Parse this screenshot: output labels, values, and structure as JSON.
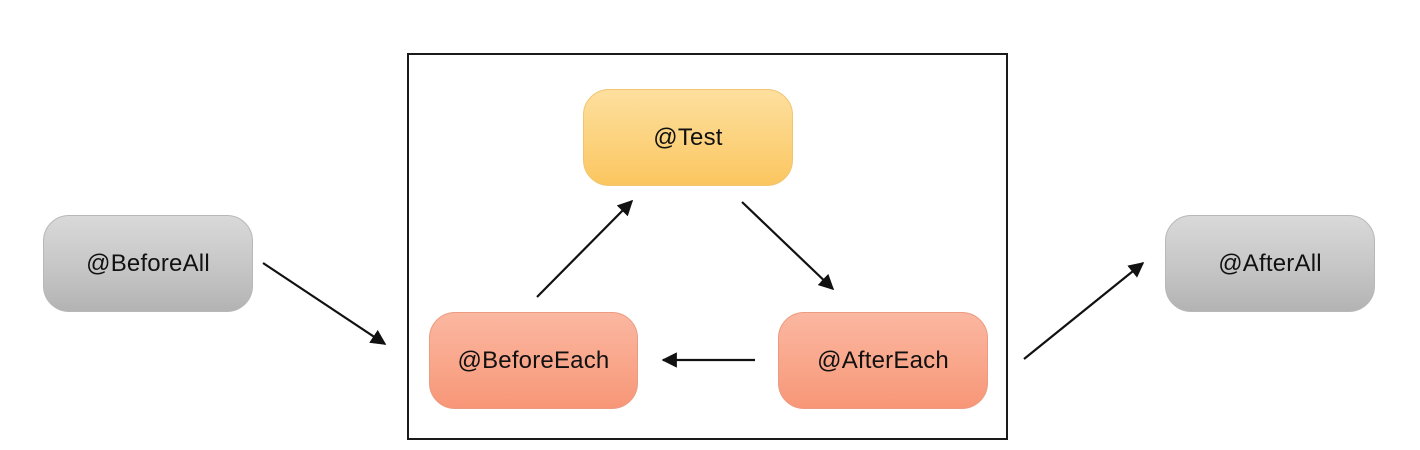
{
  "diagram": {
    "nodes": {
      "before_all": {
        "label": "@BeforeAll"
      },
      "test": {
        "label": "@Test"
      },
      "before_each": {
        "label": "@BeforeEach"
      },
      "after_each": {
        "label": "@AfterEach"
      },
      "after_all": {
        "label": "@AfterAll"
      }
    },
    "edges": [
      {
        "from": "@BeforeAll",
        "to": "@BeforeEach"
      },
      {
        "from": "@BeforeEach",
        "to": "@Test"
      },
      {
        "from": "@Test",
        "to": "@AfterEach"
      },
      {
        "from": "@AfterEach",
        "to": "@BeforeEach"
      },
      {
        "from": "@AfterEach",
        "to": "@AfterAll"
      }
    ],
    "colors": {
      "gray": "#c6c6c6",
      "yellow": "#fcd27d",
      "salmon": "#f9a68a",
      "arrow": "#111111"
    }
  }
}
